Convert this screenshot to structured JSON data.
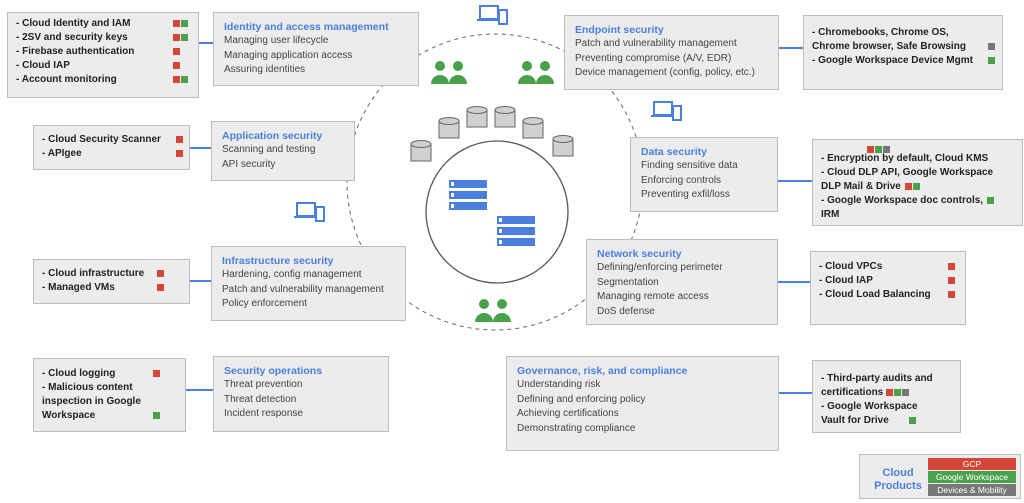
{
  "colors": {
    "gcp": "#d44638",
    "google_workspace": "#4aa14c",
    "devices_mobility": "#777777",
    "accent": "#4a7fe0"
  },
  "categories": {
    "identity": {
      "title": "Identity and access management",
      "lines": [
        "Managing user lifecycle",
        "Managing application access",
        "Assuring identities"
      ]
    },
    "application": {
      "title": "Application security",
      "lines": [
        "Scanning and testing",
        "API security"
      ]
    },
    "infrastructure": {
      "title": "Infrastructure security",
      "lines": [
        "Hardening, config management",
        "Patch and vulnerability management",
        "Policy enforcement"
      ]
    },
    "operations": {
      "title": "Security operations",
      "lines": [
        "Threat prevention",
        "Threat detection",
        "Incident response"
      ]
    },
    "endpoint": {
      "title": "Endpoint security",
      "lines": [
        "Patch and vulnerability management",
        "Preventing compromise (A/V, EDR)",
        "Device management (config, policy, etc.)"
      ]
    },
    "data": {
      "title": "Data security",
      "lines": [
        "Finding sensitive data",
        "Enforcing controls",
        "Preventing exfil/loss"
      ]
    },
    "network": {
      "title": "Network security",
      "lines": [
        "Defining/enforcing perimeter",
        "Segmentation",
        "Managing remote access",
        "DoS defense"
      ]
    },
    "governance": {
      "title": "Governance, risk, and compliance",
      "lines": [
        "Understanding risk",
        "Defining and enforcing policy",
        "Achieving certifications",
        "Demonstrating compliance"
      ]
    }
  },
  "products": {
    "identity": [
      "- Cloud Identity and IAM",
      "- 2SV and security keys",
      "- Firebase authentication",
      "- Cloud IAP",
      "- Account monitoring"
    ],
    "application": [
      "- Cloud Security Scanner",
      "- APIgee"
    ],
    "infrastructure": [
      "- Cloud infrastructure",
      "- Managed VMs"
    ],
    "operations": [
      "- Cloud logging",
      "- Malicious content",
      "  inspection in Google",
      "  Workspace"
    ],
    "endpoint": [
      "- Chromebooks, Chrome OS,",
      "  Chrome browser, Safe Browsing",
      "- Google Workspace Device Mgmt"
    ],
    "data": [
      "- Encryption by default, Cloud KMS",
      "- Cloud DLP API, Google Workspace",
      "DLP Mail &  Drive",
      "- Google Workspace doc controls,",
      "IRM"
    ],
    "network": [
      "- Cloud VPCs",
      "- Cloud IAP",
      "- Cloud Load Balancing"
    ],
    "governance": [
      "- Third-party audits and",
      "  certifications",
      "- Google Workspace",
      "Vault for Drive"
    ]
  },
  "legend": {
    "title": "Cloud Products",
    "gcp": "GCP",
    "gw": "Google Workspace",
    "dm": "Devices & Mobility"
  }
}
